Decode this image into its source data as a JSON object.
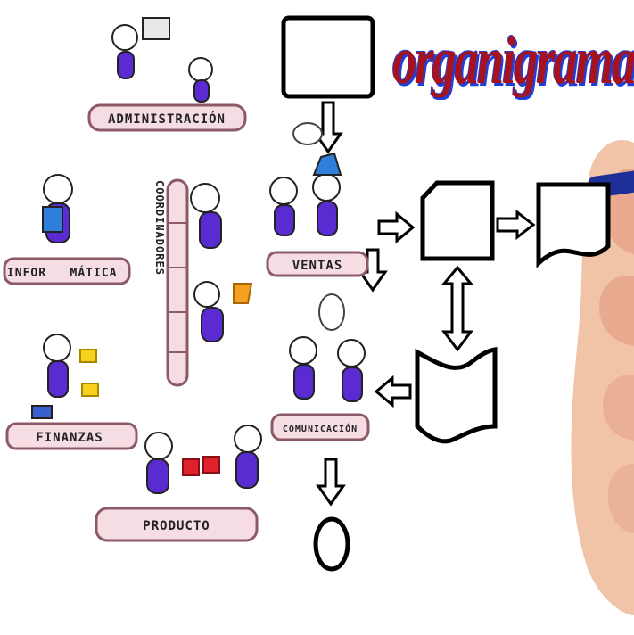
{
  "title": "organigrama",
  "departments": {
    "administracion": "ADMINISTRACIÓN",
    "informatica_left": "INFOR",
    "informatica_right": "MÁTICA",
    "finanzas": "FINANZAS",
    "producto": "PRODUCTO",
    "ventas": "VENTAS",
    "comunicacion": "COMUNICACIÓN",
    "coordinadores": "COORDINADORES"
  },
  "colors": {
    "title": "#a8121c",
    "title_shadow": "#1f3fd8",
    "banner": "#f6dde3",
    "banner_border": "#8c5a66",
    "character_body": "#5a2bd0",
    "puzzle": "#e0222c",
    "skin": "#ffe8c8"
  }
}
